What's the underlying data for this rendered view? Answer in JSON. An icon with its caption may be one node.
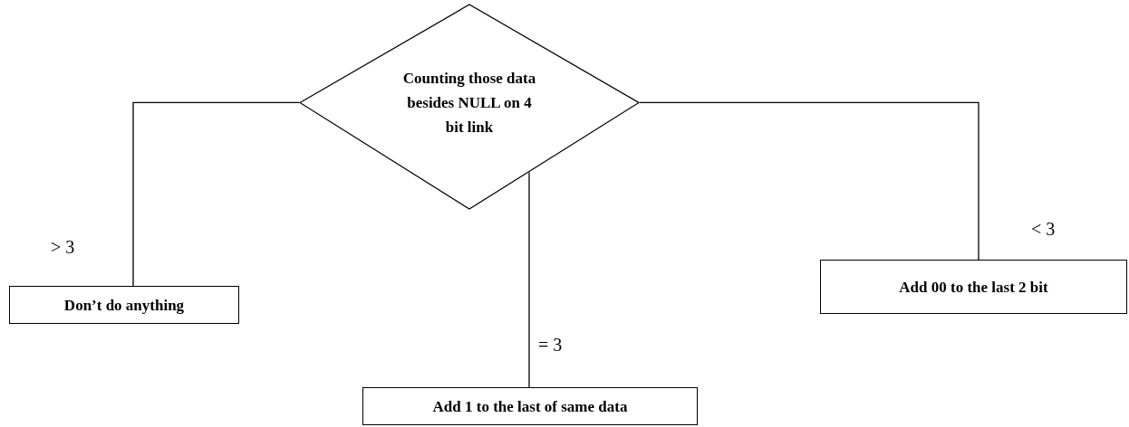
{
  "diagram": {
    "nodes": [
      {
        "text": [
          "Counting those data besides NULL on 4 bit link"
        ]
      },
      {
        "text": [
          "Don’t do anything"
        ]
      },
      {
        "text": [
          "Add 00 to the last 2 bit"
        ]
      },
      {
        "text": [
          "Add 1 to the last of same data"
        ]
      }
    ],
    "edges": [
      {
        "from": 0,
        "to": 1,
        "arrow": "none",
        "label": "> 3"
      },
      {
        "from": 0,
        "to": 2,
        "arrow": "none",
        "label": "< 3"
      },
      {
        "from": 0,
        "to": 3,
        "arrow": "none",
        "label": "= 3"
      }
    ]
  }
}
